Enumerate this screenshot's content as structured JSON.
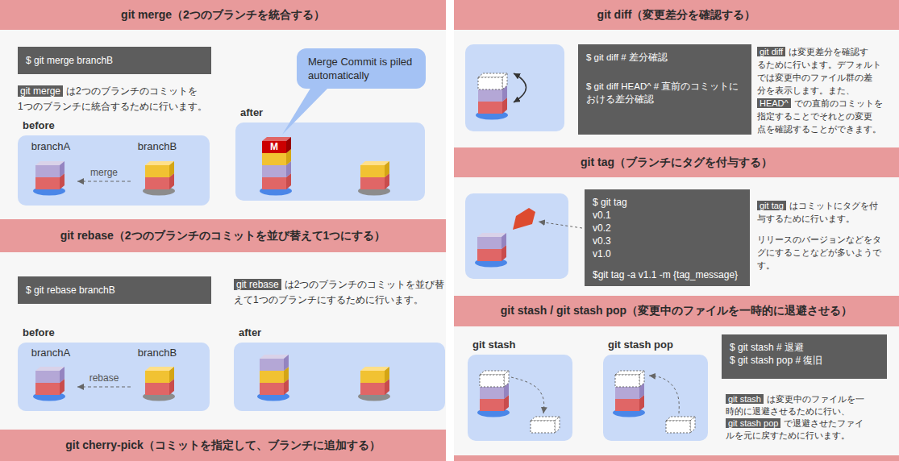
{
  "diagram": {
    "nodes": [
      {
        "text": [
          "git merge（2つのブランチを統合する）"
        ]
      },
      {
        "text": [
          "$ git merge branchB"
        ]
      },
      {
        "text": [
          "before"
        ]
      },
      {
        "text": [
          "branchA"
        ],
        "in": 2
      },
      {
        "text": [
          "branchB"
        ],
        "in": 2
      },
      {
        "text": [
          "Merge Commit is piled automatically"
        ]
      },
      {
        "text": [
          "after"
        ]
      },
      {
        "text": [
          "M"
        ],
        "in": 6
      },
      {
        "text": [
          "git rebase（2つのブランチのコミットを並び替えて1つにする）"
        ]
      },
      {
        "text": [
          "$ git rebase branchB"
        ]
      },
      {
        "text": [
          "before"
        ]
      },
      {
        "text": [
          "branchA"
        ],
        "in": 10
      },
      {
        "text": [
          "branchB"
        ],
        "in": 10
      },
      {
        "text": [
          "after"
        ]
      },
      {
        "text": [
          "git cherry-pick（コミットを指定して、ブランチに追加する）"
        ]
      },
      {
        "text": [
          "git diff（変更差分を確認する）"
        ]
      },
      {
        "text": [
          "$ git diff # 差分確認",
          "$ git diff HEAD^ # 直前のコミットに おける差分確認"
        ]
      },
      {
        "text": [
          "git tag（ブランチにタグを付与する）"
        ]
      },
      {
        "text": [
          "$ git tag",
          "v0.1",
          "v0.2",
          "v0.3",
          "v1.0",
          "$git tag -a v1.1 -m {tag_message}"
        ]
      },
      {
        "text": [
          "git stash / git stash pop（変更中のファイルを一時的に退避させる）"
        ]
      },
      {
        "text": [
          "git stash"
        ]
      },
      {
        "text": [
          "git stash pop"
        ]
      },
      {
        "text": [
          "$ git stash # 退避",
          "$ git stash pop # 復旧"
        ]
      }
    ],
    "edges": [
      {
        "from": 4,
        "to": 3,
        "label": "merge",
        "arrow": "to"
      },
      {
        "from": 12,
        "to": 11,
        "label": "rebase",
        "arrow": "to"
      }
    ],
    "labels": [
      "git merge",
      "は2つのブランチのコミットを 1つのブランチに統合するために行います。",
      "git rebase",
      "は2つのブランチのコミットを並び替 えて1つのブランチにするために行います。",
      "git diff",
      "は変更差分を確認す るために行います。デフォルト では変更中のファイル群の差 分を表示します。また、",
      "HEAD^",
      "での直前のコミットを 指定することでそれとの変更 点を確認することができます。",
      "git tag",
      "はコミットにタグを付 与するために行います。",
      "リリースのバージョンなどをタ グにすることなどが多いようで す。",
      "git stash",
      "は変更中のファイルを一 時的に退避させるために行い、",
      "git stash pop",
      "で退避させたファイ ルを元に戻すために行います。"
    ]
  }
}
